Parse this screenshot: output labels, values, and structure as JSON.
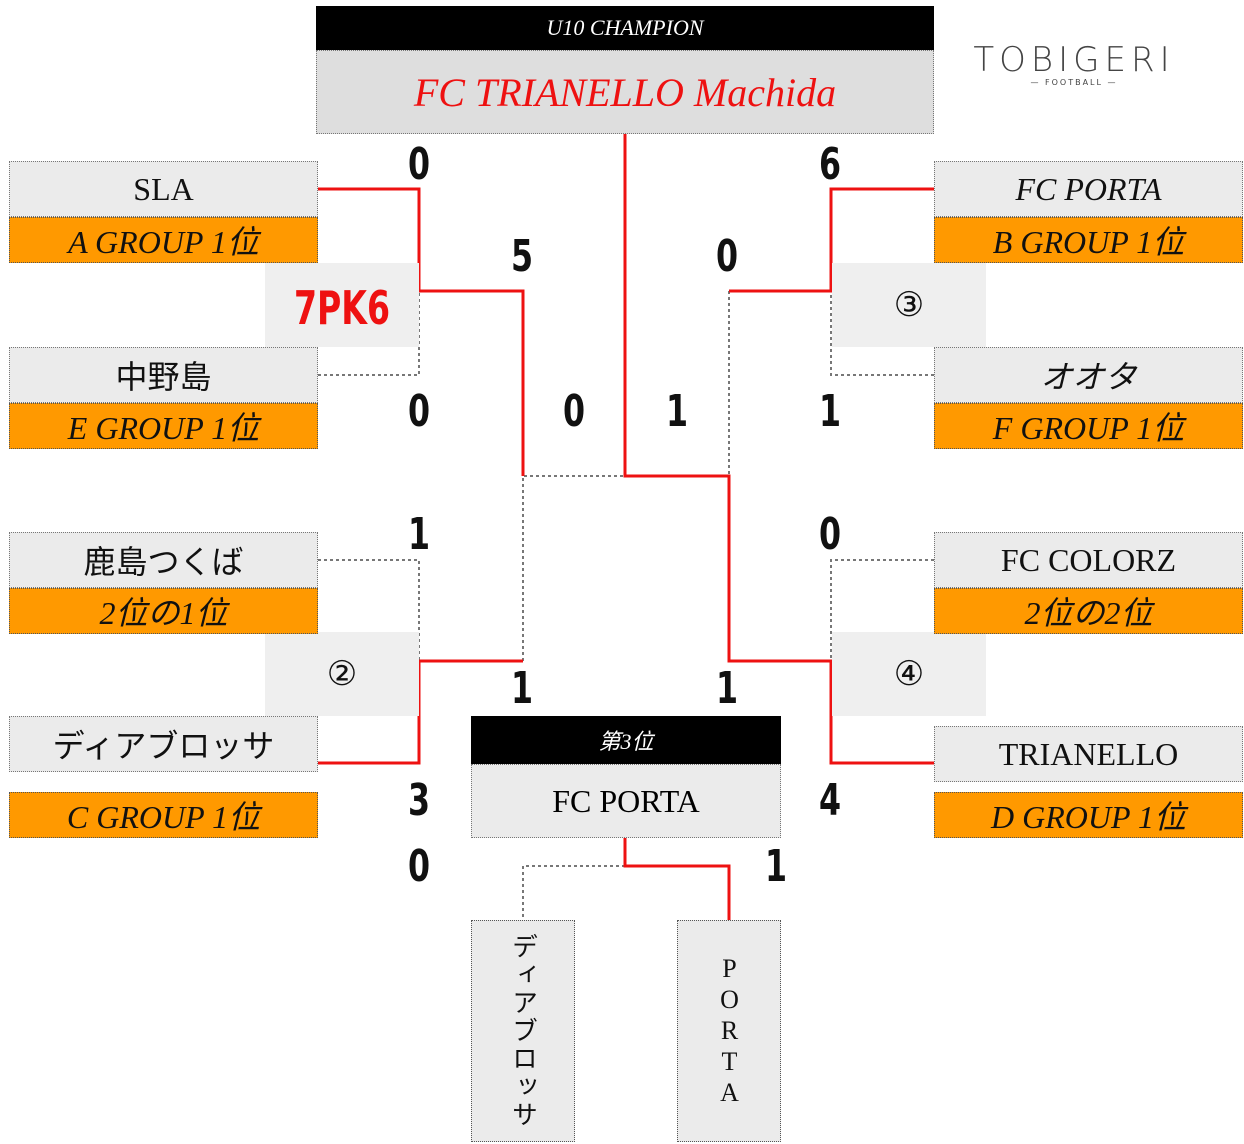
{
  "title": "U10 CHAMPION",
  "champion": "FC TRIANELLO Machida",
  "logo": {
    "main": "TOBIGERI",
    "sub": "— FOOTBALL —"
  },
  "teams": {
    "sla": {
      "name": "SLA",
      "group": "A GROUP 1位"
    },
    "nakanoshima": {
      "name": "中野島",
      "group": "E GROUP 1位"
    },
    "kashima": {
      "name": "鹿島つくば",
      "group": "2位の1位"
    },
    "diablossa": {
      "name": "ディアブロッサ",
      "group": "C GROUP 1位"
    },
    "porta": {
      "name": "FC PORTA",
      "group": "B GROUP 1位"
    },
    "ota": {
      "name": "オオタ",
      "group": "F GROUP 1位"
    },
    "colorz": {
      "name": "FC COLORZ",
      "group": "2位の2位"
    },
    "trianello": {
      "name": "TRIANELLO",
      "group": "D GROUP 1位"
    }
  },
  "scores": {
    "sla": "0",
    "nakanoshima": "0",
    "semi_left_top": "5",
    "kashima": "1",
    "diablossa": "3",
    "semi_left_bottom": "1",
    "porta": "6",
    "ota": "1",
    "semi_right_top": "0",
    "colorz": "0",
    "trianello": "4",
    "semi_right_bottom": "1",
    "final_left": "0",
    "final_right": "1",
    "third_left": "0",
    "third_right": "1"
  },
  "pk_label": "7PK6",
  "match_markers": {
    "m2": "②",
    "m3": "③",
    "m4": "④"
  },
  "third_place": {
    "header": "第3位",
    "winner": "FC PORTA",
    "left_team": "ディアブロッサ",
    "right_team": "PORTA"
  },
  "colors": {
    "winner_line": "#ee1111",
    "loser_line": "#777777",
    "group_box": "#ff9900",
    "name_box": "#ebebeb",
    "header_box": "#000000"
  }
}
